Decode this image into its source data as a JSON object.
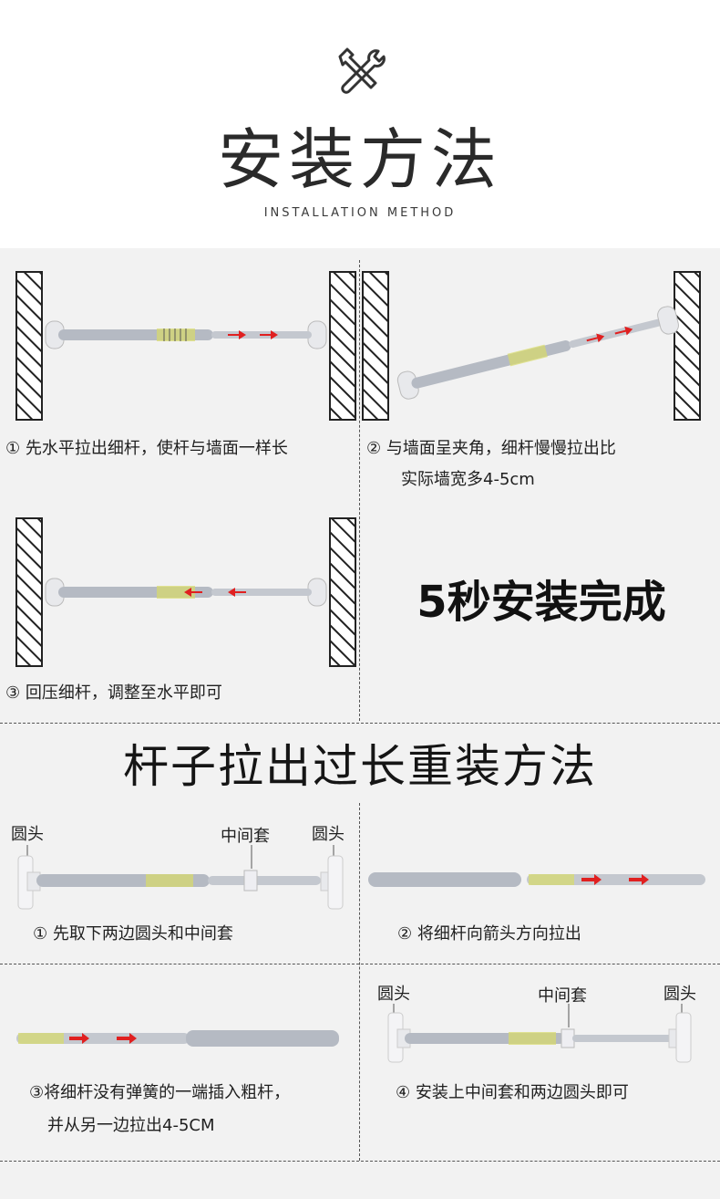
{
  "header": {
    "icon": "wrench-screwdriver-icon",
    "title": "安装方法",
    "subtitle": "INSTALLATION METHOD"
  },
  "steps": [
    {
      "caption": "① 先水平拉出细杆，使杆与墙面一样长"
    },
    {
      "caption_line1": "② 与墙面呈夹角，细杆慢慢拉出比",
      "caption_line2": "实际墙宽多4-5cm"
    },
    {
      "caption": "③ 回压细杆，调整至水平即可"
    },
    {
      "done": "5秒安装完成"
    }
  ],
  "reinstall": {
    "title": "杆子拉出过长重装方法",
    "step1": {
      "caption": "① 先取下两边圆头和中间套",
      "label_end_left": "圆头",
      "label_middle": "中间套",
      "label_end_right": "圆头"
    },
    "step2": {
      "caption": "② 将细杆向箭头方向拉出"
    },
    "step3": {
      "caption_line1": "③将细杆没有弹簧的一端插入粗杆，",
      "caption_line2": "并从另一边拉出4-5CM"
    },
    "step4": {
      "caption": "④ 安装上中间套和两边圆头即可",
      "label_end_left": "圆头",
      "label_middle": "中间套",
      "label_end_right": "圆头"
    }
  },
  "colors": {
    "arrow": "#e02020",
    "rod": "#b8bcc4",
    "spring": "#d8d840",
    "wall_stroke": "#222222"
  }
}
